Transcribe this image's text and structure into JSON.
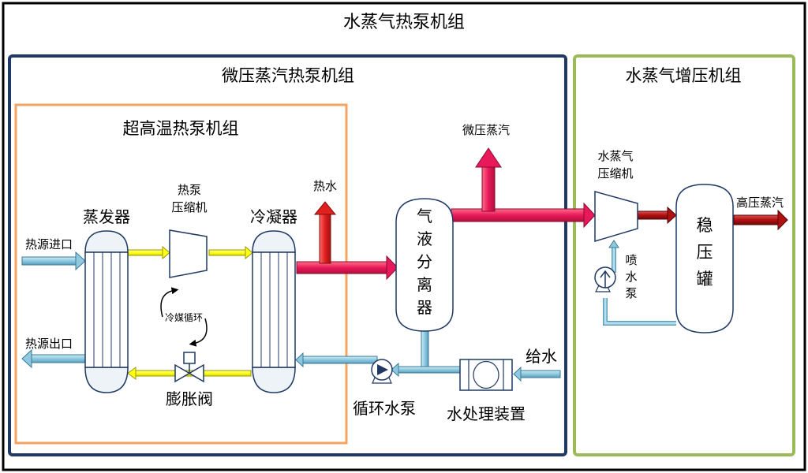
{
  "titles": {
    "overall": "水蒸气热泵机组",
    "micro_pressure": "微压蒸汽热泵机组",
    "booster": "水蒸气增压机组",
    "ultra_high_temp": "超高温热泵机组"
  },
  "components": {
    "evaporator": "蒸发器",
    "heat_pump_compressor": [
      "热泵",
      "压缩机"
    ],
    "condenser": "冷凝器",
    "refrigerant_cycle": "冷媒循环",
    "expansion_valve": "膨胀阀",
    "separator": [
      "气",
      "液",
      "分",
      "离",
      "器"
    ],
    "circulating_pump": "循环水泵",
    "water_treatment": "水处理装置",
    "vapor_compressor": [
      "水蒸气",
      "压缩机"
    ],
    "spray_pump": [
      "喷",
      "水",
      "泵"
    ],
    "stabilizer_tank": [
      "稳",
      "压",
      "罐"
    ]
  },
  "flows": {
    "heat_source_in": "热源进口",
    "heat_source_out": "热源出口",
    "hot_water": "热水",
    "micro_steam": "微压蒸汽",
    "feed_water": "给水",
    "high_pressure_steam": "高压蒸汽"
  },
  "colors": {
    "outer_border": "#000000",
    "micro_pressure_border": "#1f3864",
    "booster_border": "#9bbb59",
    "ultra_high_temp_border": "#f4a460",
    "steam_pipe": "#e8195a",
    "hot_red": "#e0201e",
    "refrigerant_pipe": "#ffff1a",
    "water_pipe": "#8ec9e0",
    "dark_red": "#b01010"
  }
}
